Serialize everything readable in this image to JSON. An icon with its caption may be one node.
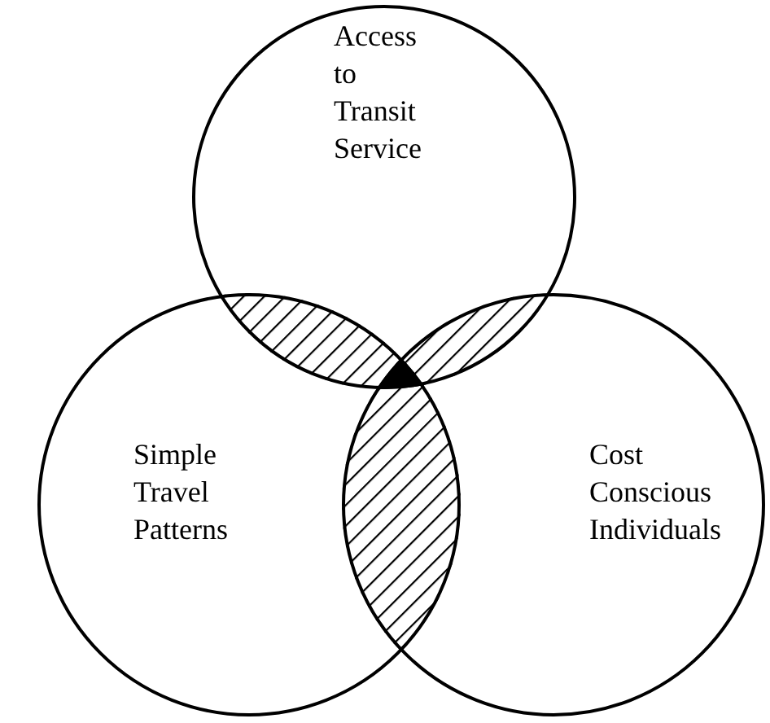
{
  "diagram": {
    "nodes": [
      {
        "text": [
          "Access to Transit Service"
        ]
      },
      {
        "text": [
          "Simple Travel Patterns"
        ]
      },
      {
        "text": [
          "Cost Conscious Individuals"
        ]
      }
    ]
  }
}
